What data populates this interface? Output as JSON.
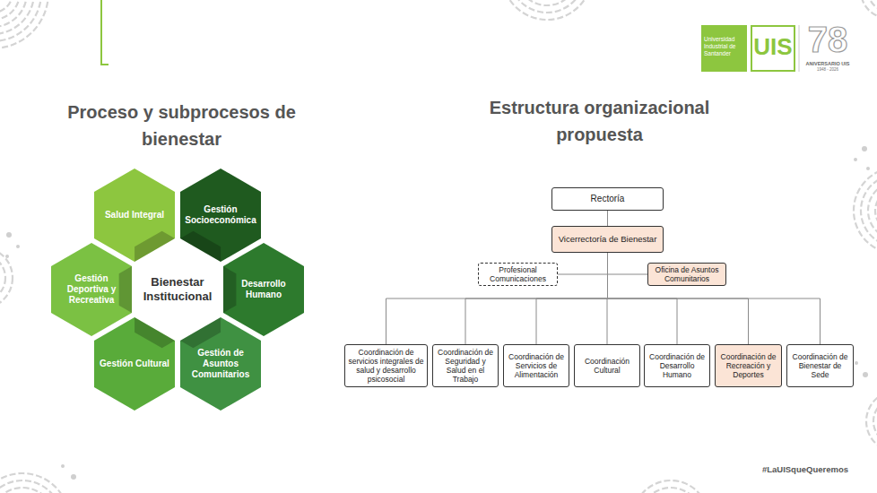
{
  "diagram": {
    "nodes": [
      {
        "text": [
          "Salud Integral"
        ]
      },
      {
        "text": [
          "Gestión Socioeconómica"
        ]
      },
      {
        "text": [
          "Gestión Deportiva y Recreativa"
        ]
      },
      {
        "text": [
          "Bienestar Institucional"
        ]
      },
      {
        "text": [
          "Desarrollo Humano"
        ]
      },
      {
        "text": [
          "Gestión Cultural"
        ]
      },
      {
        "text": [
          "Gestión de Asuntos Comunitarios"
        ]
      },
      {
        "text": [
          "Rectoría"
        ]
      },
      {
        "text": [
          "Vicerrectoría de Bienestar"
        ]
      },
      {
        "text": [
          "Profesional Comunicaciones"
        ]
      },
      {
        "text": [
          "Oficina de Asuntos Comunitarios"
        ]
      },
      {
        "text": [
          "Coordinación de servicios integrales de salud y desarrollo psicosocial"
        ]
      },
      {
        "text": [
          "Coordinación de Seguridad y Salud en el Trabajo"
        ]
      },
      {
        "text": [
          "Coordinación de Servicios de Alimentación"
        ]
      },
      {
        "text": [
          "Coordinación Cultural"
        ]
      },
      {
        "text": [
          "Coordinación de Desarrollo Humano"
        ]
      },
      {
        "text": [
          "Coordinación de Recreación y Deportes"
        ]
      },
      {
        "text": [
          "Coordinación de Bienestar de Sede"
        ]
      }
    ],
    "edges": [
      {
        "from": 7,
        "to": 8,
        "arrow": "none"
      },
      {
        "from": 8,
        "to": 9,
        "arrow": "none"
      },
      {
        "from": 8,
        "to": 10,
        "arrow": "none"
      },
      {
        "from": 8,
        "to": 11,
        "arrow": "none"
      },
      {
        "from": 8,
        "to": 12,
        "arrow": "none"
      },
      {
        "from": 8,
        "to": 13,
        "arrow": "none"
      },
      {
        "from": 8,
        "to": 14,
        "arrow": "none"
      },
      {
        "from": 8,
        "to": 15,
        "arrow": "none"
      },
      {
        "from": 8,
        "to": 16,
        "arrow": "none"
      },
      {
        "from": 8,
        "to": 17,
        "arrow": "none"
      }
    ],
    "labels": [
      "Proceso y subprocesos de bienestar",
      "Estructura organizacional propuesta",
      "Universidad Industrial de Santander",
      "UIS",
      "78",
      "ANIVERSARIO UIS",
      "1948 - 2026",
      "#LaUISqueQueremos"
    ]
  }
}
